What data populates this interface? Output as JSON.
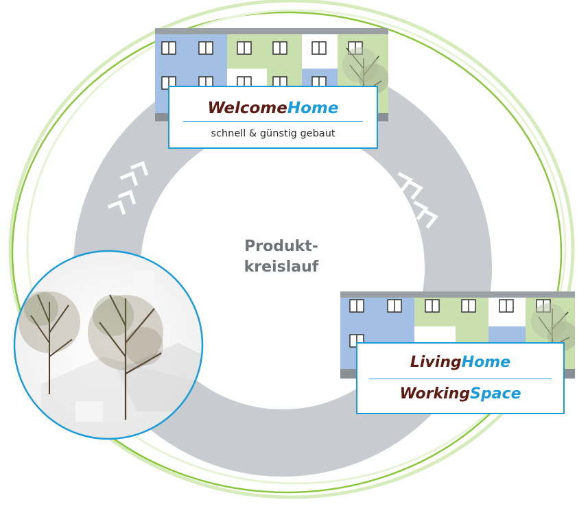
{
  "top_label": {
    "brand_a": "Welcome",
    "brand_b": "Home",
    "subtitle": "schnell & günstig gebaut"
  },
  "right_label": {
    "line1_a": "Living",
    "line1_b": "Home",
    "line2_a": "Working",
    "line2_b": "Space"
  },
  "center": {
    "line1": "Produkt-",
    "line2": "kreislauf"
  },
  "footer": "",
  "colors": {
    "ring": "#c8ccd0",
    "outer_green": "#8cc63f",
    "outer_light_green": "#d7ecbd",
    "accent_blue": "#1a9ad6",
    "brand_brown": "#5a1c12",
    "facade_blue": "#a3bfe3",
    "facade_green": "#c9dfae",
    "facade_white": "#ffffff"
  },
  "icons": [
    "chevrons-icon",
    "tree-icon",
    "window-icon"
  ]
}
